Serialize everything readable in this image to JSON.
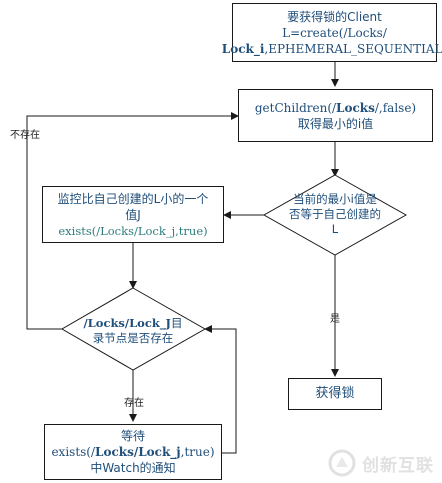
{
  "box1": {
    "line1": "要获得锁的Client",
    "line2": "L=create(/Locks/",
    "line3_bold": "Lock_i",
    "line3_rest": ",EPHEMERAL_SEQUENTIAL)"
  },
  "box2": {
    "line1_pre": "getChildren(/",
    "line1_bold": "Locks",
    "line1_post": "/,false)",
    "line2": "取得最小的i值"
  },
  "decision1": {
    "line1": "当前的最小i值是",
    "line2": "否等于自己创建的",
    "line3": "L"
  },
  "box3": {
    "line1": "监控比自己创建的L小的一个",
    "line2": "值J",
    "line3": "exists(/Locks/Lock_j,true)"
  },
  "decision2": {
    "line1_bold": "/Locks/Lock_J",
    "line1_rest": "目",
    "line2": "录节点是否存在"
  },
  "box4": {
    "line1": "等待",
    "line2_pre": "exists(/",
    "line2_bold": "Locks/Lock_j",
    "line2_post": ",true)",
    "line3": "中Watch的通知"
  },
  "box5": {
    "label": "获得锁"
  },
  "labels": {
    "not_exist": "不存在",
    "yes": "是",
    "exist": "存在"
  },
  "watermark": {
    "text": "创新互联"
  },
  "colors": {
    "line": "#1a1a1a",
    "dark_text": "#1f4e79",
    "teal_text": "#2e7d7d"
  }
}
